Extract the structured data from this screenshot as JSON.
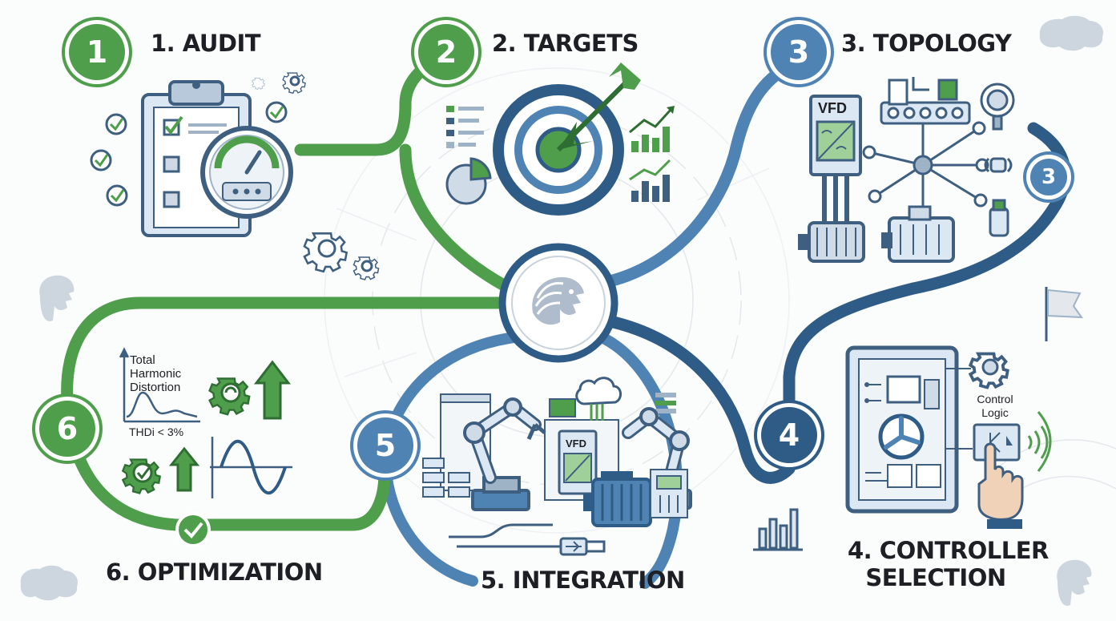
{
  "steps": [
    {
      "number": "1",
      "title": "1. AUDIT",
      "color": "#4f9e4b"
    },
    {
      "number": "2",
      "title": "2. TARGETS",
      "color": "#4f9e4b"
    },
    {
      "number": "3",
      "title": "3. TOPOLOGY",
      "color": "#4f83b3"
    },
    {
      "number": "3",
      "title": "",
      "color": "#4f83b3"
    },
    {
      "number": "4",
      "title": "4. CONTROLLER SELECTION",
      "title_line1": "4. CONTROLLER",
      "title_line2": "SELECTION",
      "color": "#2f5c86"
    },
    {
      "number": "5",
      "title": "5. INTEGRATION",
      "color": "#4f83b3"
    },
    {
      "number": "6",
      "title": "6. OPTIMIZATION",
      "color": "#4f9e4b"
    }
  ],
  "labels": {
    "vfd_topology": "VFD",
    "vfd_integration": "VFD",
    "control_logic_line1": "Control",
    "control_logic_line2": "Logic",
    "thd_line1": "Total",
    "thd_line2": "Harmonic",
    "thd_line3": "Distortion",
    "thdi_value": "THDi < 3%"
  },
  "icons": [
    "clipboard-checklist-icon",
    "gauge-icon",
    "gear-icon",
    "target-arrow-icon",
    "bar-chart-up-icon",
    "pie-chart-icon",
    "network-hub-icon",
    "electric-motor-icon",
    "pressure-sensor-icon",
    "control-cabinet-icon",
    "finger-press-icon",
    "robot-arm-icon",
    "cloud-icon",
    "usb-plug-icon",
    "sine-wave-icon",
    "checkmark-icon",
    "lion-head-icon",
    "flag-icon",
    "island-map-icon"
  ],
  "colors": {
    "green": "#4f9e4b",
    "blue": "#4f83b3",
    "navy": "#2f5c86",
    "ink": "#1d1f24",
    "line_art": "#3e5f80",
    "fill_light": "#dbe7f2"
  }
}
